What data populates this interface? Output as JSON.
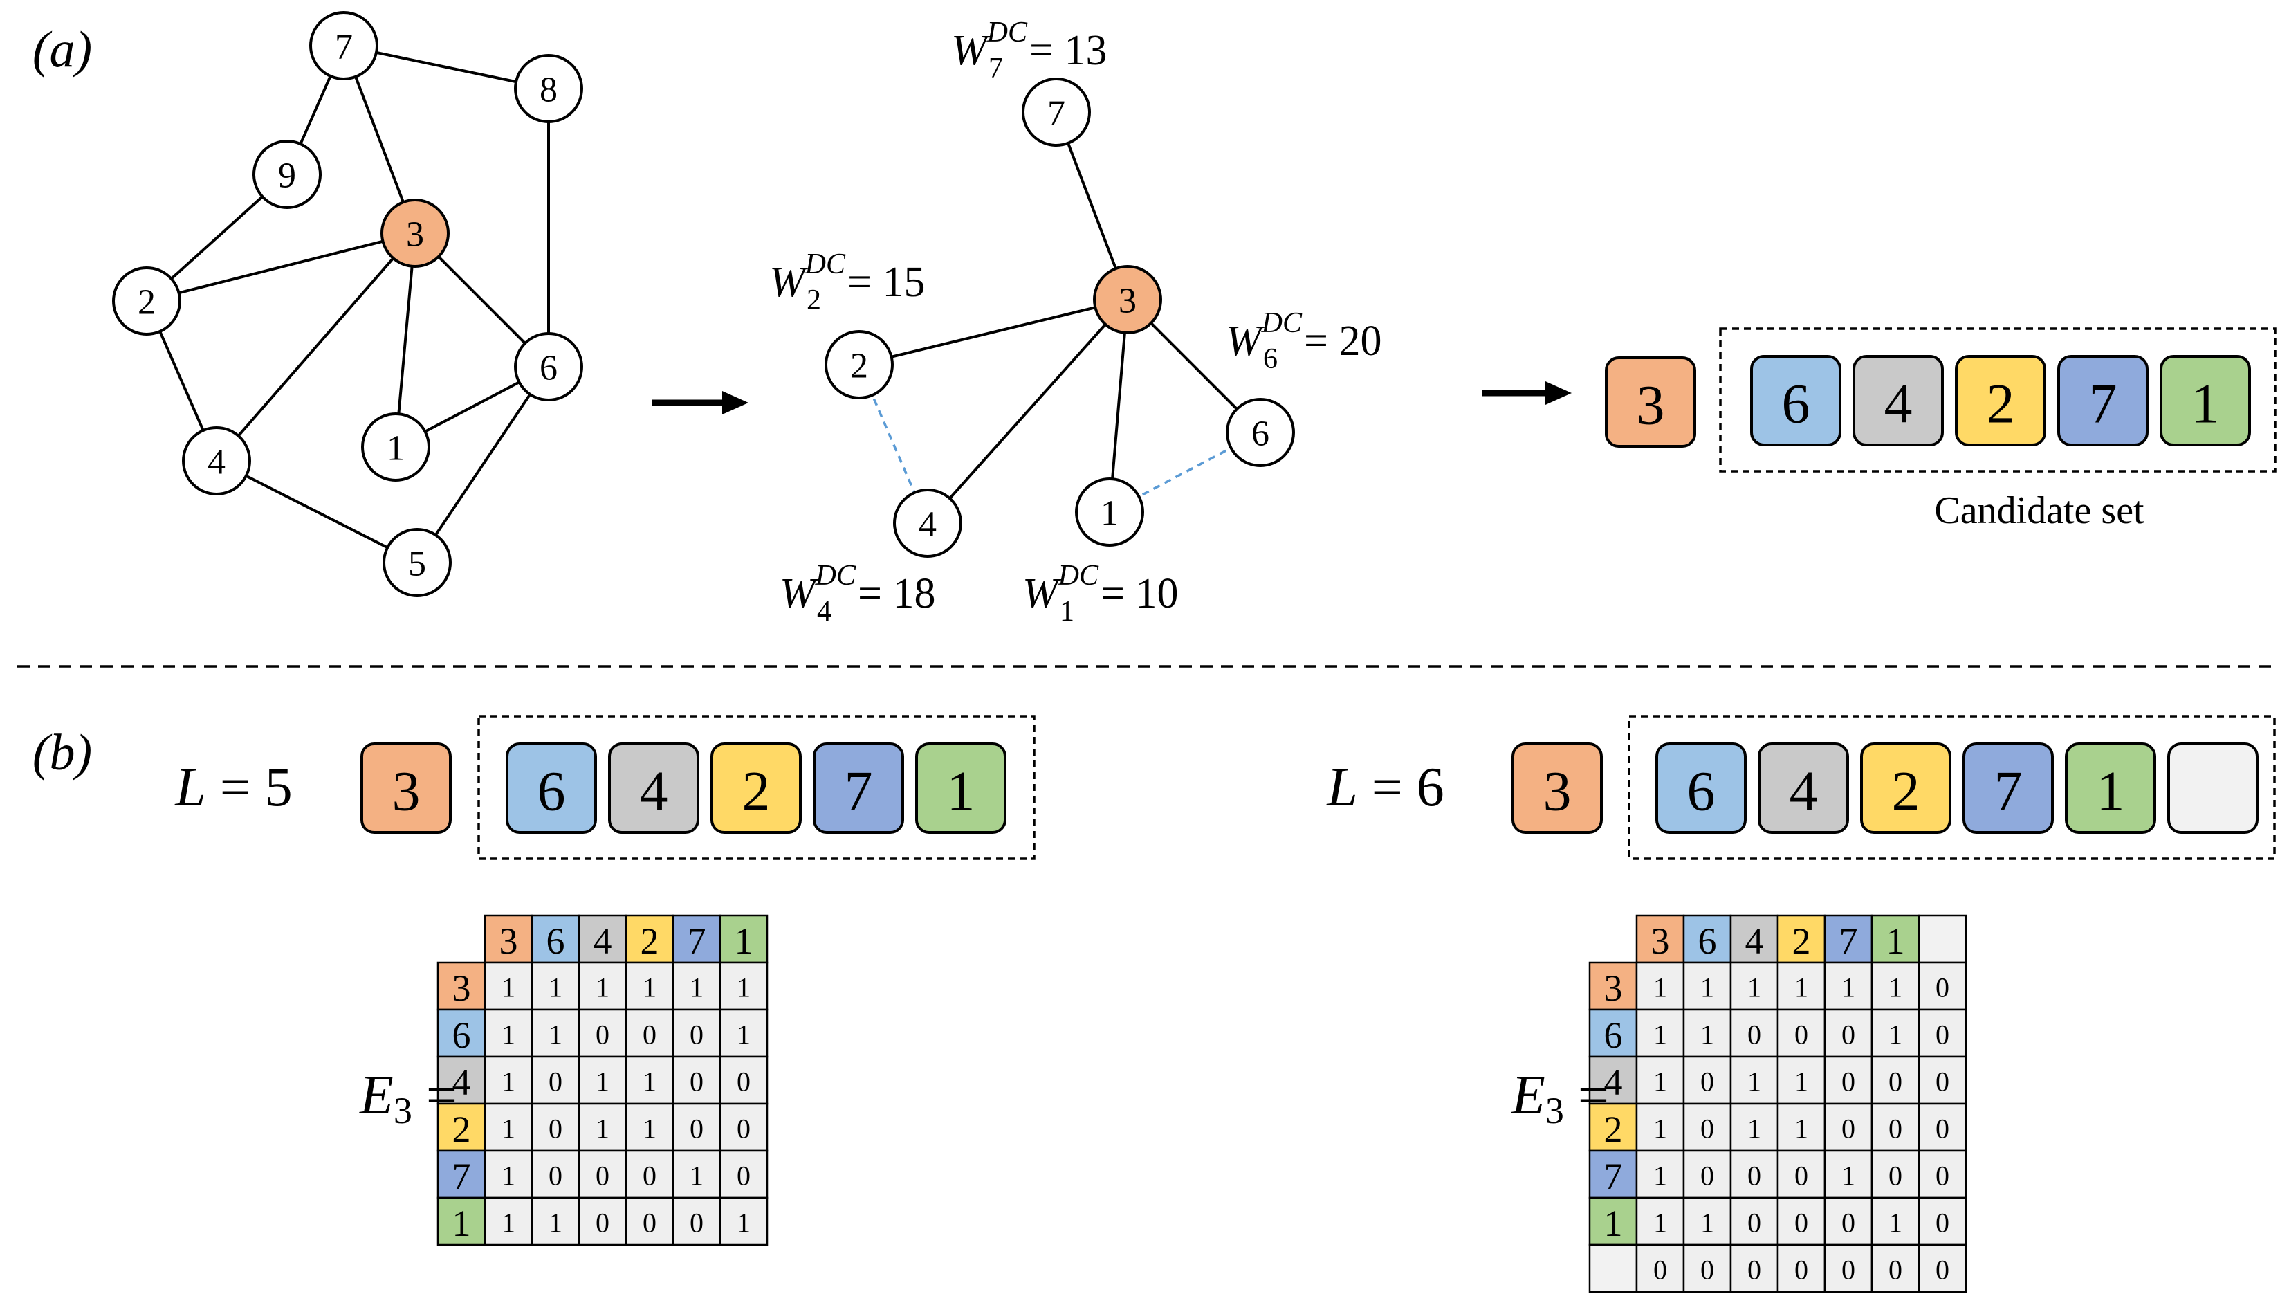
{
  "panel_labels": {
    "a": "(a)",
    "b": "(b)"
  },
  "colors": {
    "3": "#F4B183",
    "6": "#9DC3E6",
    "4": "#C9C9C9",
    "2": "#FFD966",
    "7": "#8FAADC",
    "1": "#A9D18E",
    "pad": "#F2F2F2",
    "cell": "#EFEFEF",
    "dashed_edge": "#5B9BD5"
  },
  "graph": {
    "nodes": [
      "7",
      "8",
      "9",
      "3",
      "2",
      "6",
      "1",
      "4",
      "5"
    ],
    "edges": [
      [
        "7",
        "8"
      ],
      [
        "7",
        "9"
      ],
      [
        "7",
        "3"
      ],
      [
        "9",
        "2"
      ],
      [
        "2",
        "3"
      ],
      [
        "2",
        "4"
      ],
      [
        "3",
        "4"
      ],
      [
        "3",
        "1"
      ],
      [
        "3",
        "6"
      ],
      [
        "8",
        "6"
      ],
      [
        "1",
        "6"
      ],
      [
        "4",
        "5"
      ],
      [
        "6",
        "5"
      ]
    ]
  },
  "subgraph": {
    "nodes": [
      "7",
      "3",
      "2",
      "6",
      "4",
      "1"
    ],
    "edges": [
      [
        "7",
        "3"
      ],
      [
        "3",
        "2"
      ],
      [
        "3",
        "4"
      ],
      [
        "3",
        "1"
      ],
      [
        "3",
        "6"
      ]
    ],
    "dashed_edges": [
      [
        "2",
        "4"
      ],
      [
        "1",
        "6"
      ]
    ],
    "weights": [
      {
        "node": "7",
        "label": "W",
        "sub": "7",
        "sup": "DC",
        "value": "= 13"
      },
      {
        "node": "2",
        "label": "W",
        "sub": "2",
        "sup": "DC",
        "value": "= 15"
      },
      {
        "node": "6",
        "label": "W",
        "sub": "6",
        "sup": "DC",
        "value": "= 20"
      },
      {
        "node": "4",
        "label": "W",
        "sub": "4",
        "sup": "DC",
        "value": "= 18"
      },
      {
        "node": "1",
        "label": "W",
        "sub": "1",
        "sup": "DC",
        "value": "= 10"
      }
    ]
  },
  "candidate": {
    "center": "3",
    "set": [
      "6",
      "4",
      "2",
      "7",
      "1"
    ],
    "caption": "Candidate set"
  },
  "panel_b": [
    {
      "L_label": "L = 5",
      "center": "3",
      "set": [
        "6",
        "4",
        "2",
        "7",
        "1"
      ],
      "matrix_label": "E",
      "matrix_sub": "3",
      "headers": [
        "3",
        "6",
        "4",
        "2",
        "7",
        "1"
      ],
      "rows": [
        [
          "1",
          "1",
          "1",
          "1",
          "1",
          "1"
        ],
        [
          "1",
          "1",
          "0",
          "0",
          "0",
          "1"
        ],
        [
          "1",
          "0",
          "1",
          "1",
          "0",
          "0"
        ],
        [
          "1",
          "0",
          "1",
          "1",
          "0",
          "0"
        ],
        [
          "1",
          "0",
          "0",
          "0",
          "1",
          "0"
        ],
        [
          "1",
          "1",
          "0",
          "0",
          "0",
          "1"
        ]
      ]
    },
    {
      "L_label": "L = 6",
      "center": "3",
      "set": [
        "6",
        "4",
        "2",
        "7",
        "1",
        ""
      ],
      "matrix_label": "E",
      "matrix_sub": "3",
      "headers": [
        "3",
        "6",
        "4",
        "2",
        "7",
        "1",
        ""
      ],
      "rows": [
        [
          "1",
          "1",
          "1",
          "1",
          "1",
          "1",
          "0"
        ],
        [
          "1",
          "1",
          "0",
          "0",
          "0",
          "1",
          "0"
        ],
        [
          "1",
          "0",
          "1",
          "1",
          "0",
          "0",
          "0"
        ],
        [
          "1",
          "0",
          "1",
          "1",
          "0",
          "0",
          "0"
        ],
        [
          "1",
          "0",
          "0",
          "0",
          "1",
          "0",
          "0"
        ],
        [
          "1",
          "1",
          "0",
          "0",
          "0",
          "1",
          "0"
        ],
        [
          "0",
          "0",
          "0",
          "0",
          "0",
          "0",
          "0"
        ]
      ]
    }
  ]
}
